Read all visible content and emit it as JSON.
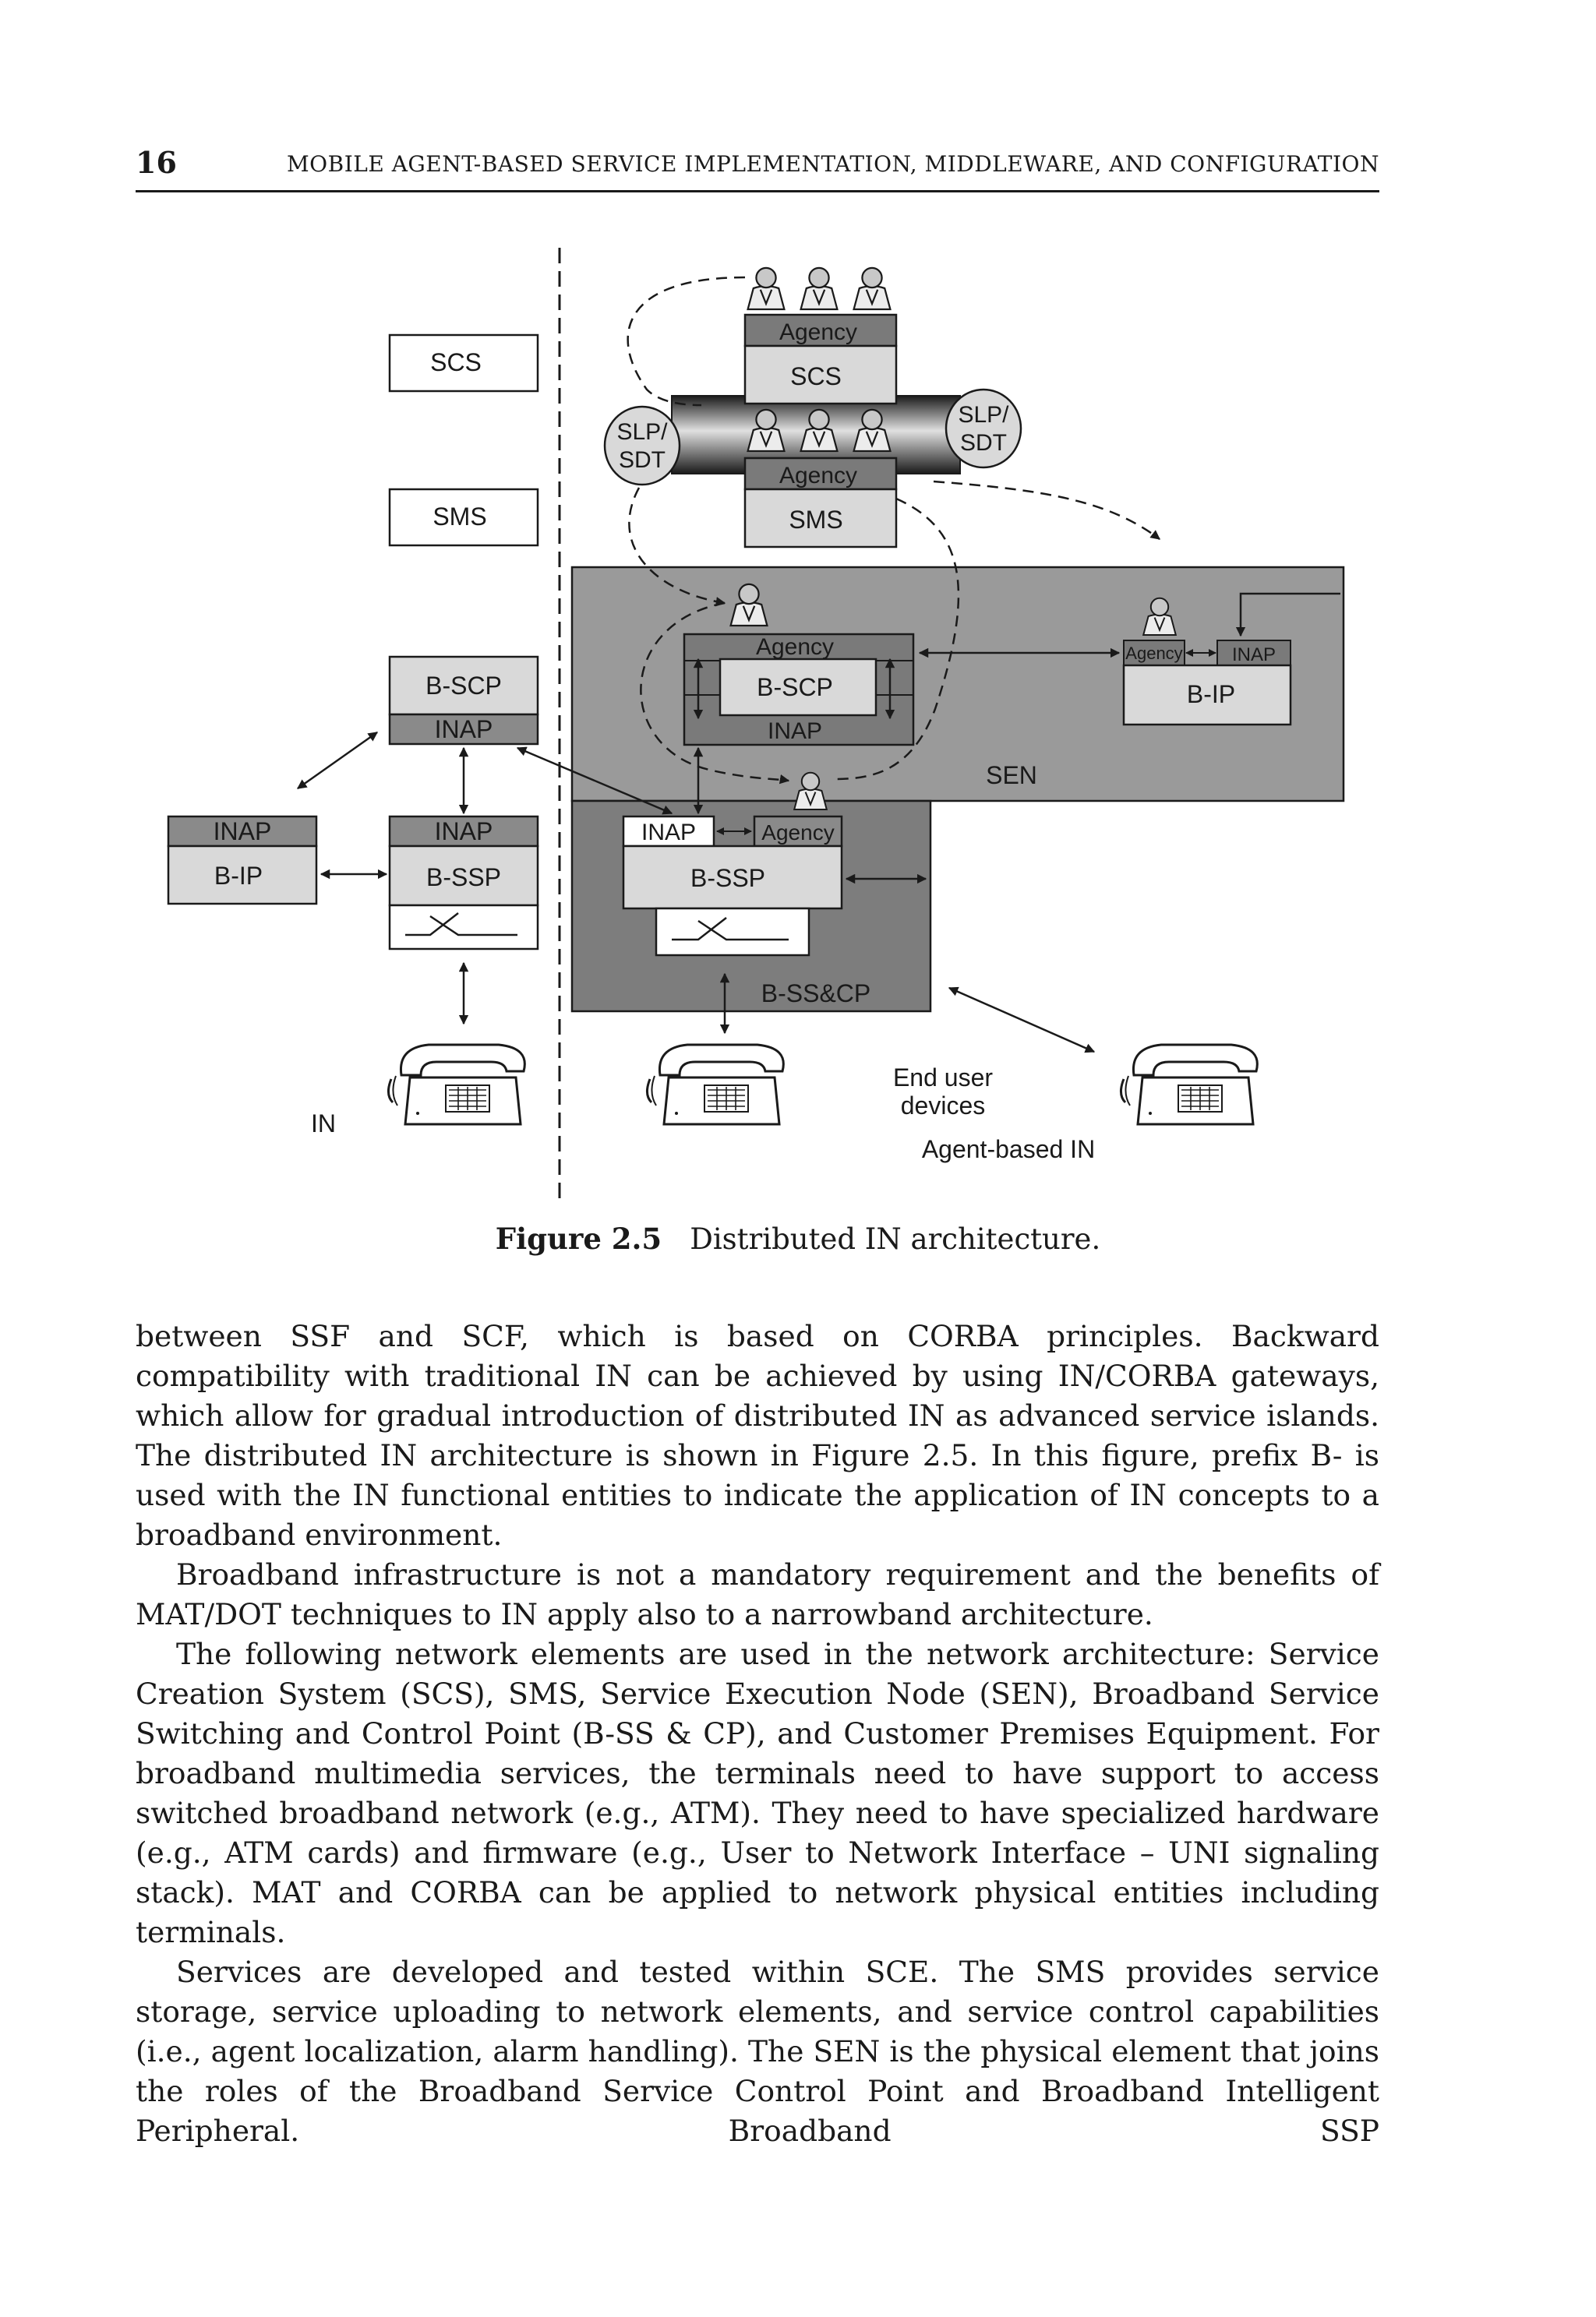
{
  "header": {
    "page_number": "16",
    "running_title": "MOBILE AGENT-BASED SERVICE IMPLEMENTATION, MIDDLEWARE, AND CONFIGURATION"
  },
  "figure": {
    "left_column": {
      "scs": "SCS",
      "sms": "SMS",
      "bscp": "B-SCP",
      "bscp_inap": "INAP",
      "bip_inap": "INAP",
      "bip": "B-IP",
      "bssp_inap": "INAP",
      "bssp": "B-SSP",
      "in_label": "IN"
    },
    "right_column": {
      "agency_top": "Agency",
      "scs": "SCS",
      "slp_sdt_left": [
        "SLP/",
        "SDT"
      ],
      "slp_sdt_right": [
        "SLP/",
        "SDT"
      ],
      "agency_sms": "Agency",
      "sms": "SMS",
      "agency_sen": "Agency",
      "bscp": "B-SCP",
      "inap_sen": "INAP",
      "sen": "SEN",
      "bip_agency": "Agency",
      "bip_inap": "INAP",
      "bip": "B-IP",
      "ss_inap": "INAP",
      "ss_agency": "Agency",
      "bssp": "B-SSP",
      "bsscp": "B-SS&CP",
      "end_user": [
        "End user",
        "devices"
      ],
      "agent_based": "Agent-based IN"
    },
    "caption_label": "Figure 2.5",
    "caption_text": "Distributed IN architecture."
  },
  "body": {
    "p1": "between SSF and SCF, which is based on CORBA principles. Backward compatibility with traditional IN can be achieved by using IN/CORBA gateways, which allow for gradual introduction of distributed IN as advanced service islands. The distributed IN architecture is shown in Figure 2.5. In this figure, prefix B- is used with the IN functional entities to indicate the application of IN concepts to a broadband environment.",
    "p2": "Broadband infrastructure is not a mandatory requirement and the benefits of MAT/DOT techniques to IN apply also to a narrowband architecture.",
    "p3": "The following network elements are used in the network architecture: Service Creation System (SCS), SMS, Service Execution Node (SEN), Broadband Service Switching and Control Point (B-SS & CP), and Customer Premises Equipment. For broadband multimedia services, the terminals need to have support to access switched broadband network (e.g., ATM). They need to have specialized hardware (e.g., ATM cards) and firmware (e.g., User to Network Interface – UNI signaling stack). MAT and CORBA can be applied to network physical entities including terminals.",
    "p4": "Services are developed and tested within SCE. The SMS provides service storage, service uploading to network elements, and service control capabilities (i.e., agent localization, alarm handling). The SEN is the physical element that joins the roles of the Broadband Service Control Point and Broadband Intelligent Peripheral. Broadband SSP"
  }
}
